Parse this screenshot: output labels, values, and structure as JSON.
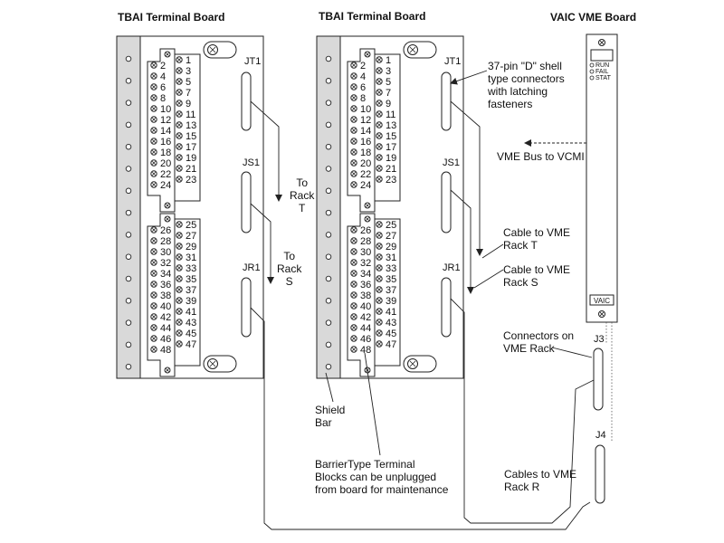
{
  "titles": {
    "board1": "TBAI Terminal Board",
    "board2": "TBAI Terminal Board",
    "vme": "VAIC VME Board"
  },
  "connectors": {
    "jt1": "JT1",
    "js1": "JS1",
    "jr1": "JR1",
    "j3": "J3",
    "j4": "J4"
  },
  "terminals": {
    "even_upper": [
      "2",
      "4",
      "6",
      "8",
      "10",
      "12",
      "14",
      "16",
      "18",
      "20",
      "22",
      "24"
    ],
    "odd_upper": [
      "1",
      "3",
      "5",
      "7",
      "9",
      "11",
      "13",
      "15",
      "17",
      "19",
      "21",
      "23"
    ],
    "even_lower": [
      "26",
      "28",
      "30",
      "32",
      "34",
      "36",
      "38",
      "40",
      "42",
      "44",
      "46",
      "48"
    ],
    "odd_lower": [
      "25",
      "27",
      "29",
      "31",
      "33",
      "35",
      "37",
      "39",
      "41",
      "43",
      "45",
      "47"
    ]
  },
  "vme_leds": [
    "RUN",
    "FAIL",
    "STAT"
  ],
  "vme_card_label": "VAIC",
  "annotations": {
    "to_rack_t": "To\nRack\nT",
    "to_rack_s": "To\nRack\nS",
    "d_shell": "37-pin \"D\" shell\ntype connectors\nwith latching\nfasteners",
    "vme_bus": "VME Bus to VCMI",
    "cable_t": "Cable to VME\nRack T",
    "cable_s": "Cable to VME\nRack S",
    "connectors_rack": "Connectors on\nVME Rack",
    "shield_bar": "Shield\nBar",
    "barrier": "BarrierType Terminal\nBlocks can be unplugged\nfrom board for maintenance",
    "cables_r": "Cables to VME\nRack R"
  },
  "colors": {
    "line": "#222222",
    "shield": "#d9d9d9",
    "panel": "#ffffff"
  }
}
